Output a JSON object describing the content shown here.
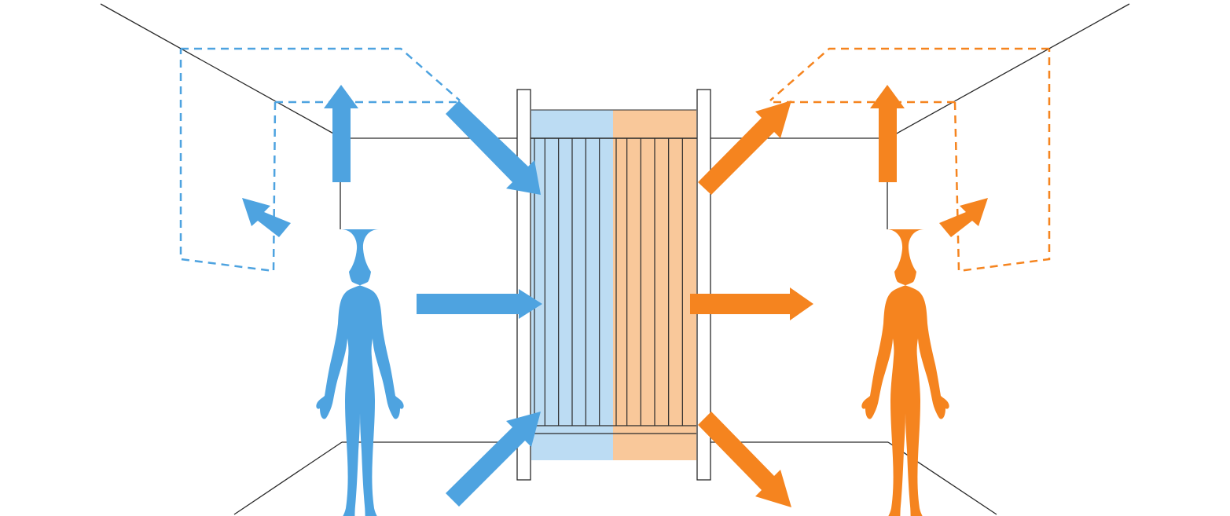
{
  "colors": {
    "background": "#ffffff",
    "line": "#2a2a2a",
    "blue": "#4ea3e0",
    "blue_light": "#bcdcf3",
    "orange": "#f5841f",
    "orange_light": "#f9c89a",
    "frame": "#ffffff"
  },
  "figures": [
    {
      "name": "person-blue",
      "color_key": "blue",
      "icon": "person-silhouette"
    },
    {
      "name": "person-orange",
      "color_key": "orange",
      "icon": "person-silhouette"
    }
  ],
  "panel": {
    "sections": [
      "blue",
      "orange"
    ],
    "slat_count_per_section": 5
  },
  "arrows": {
    "blue_side": [
      "up",
      "loop-back",
      "into-panel-top",
      "into-panel-middle",
      "into-panel-bottom"
    ],
    "orange_side": [
      "up",
      "loop-back",
      "out-of-panel-top",
      "out-of-panel-middle",
      "out-of-panel-bottom"
    ]
  }
}
